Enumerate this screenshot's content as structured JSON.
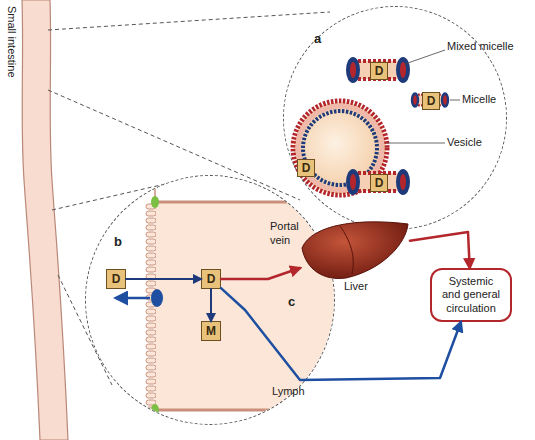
{
  "diagram": {
    "nodes": [
      {
        "text": [
          "a"
        ]
      },
      {
        "text": [
          "D"
        ],
        "in": 0
      },
      {
        "text": [
          "D"
        ],
        "in": 0
      },
      {
        "text": [
          "D"
        ],
        "in": 0
      },
      {
        "text": [
          "D"
        ],
        "in": 0
      },
      {
        "text": [
          "b"
        ]
      },
      {
        "text": [
          "D"
        ],
        "in": 5
      },
      {
        "text": [
          "D"
        ],
        "in": 5
      },
      {
        "text": [
          "M"
        ],
        "in": 5
      },
      {
        "text": [
          "Liver"
        ]
      },
      {
        "text": [
          "Systemic and general circulation"
        ]
      }
    ],
    "edges": [
      {
        "from": 6,
        "to": 7,
        "arrow": "to"
      },
      {
        "from": 7,
        "to": 8,
        "arrow": "to"
      },
      {
        "from": 7,
        "to": 9,
        "arrow": "to",
        "label": "Portal vein"
      },
      {
        "from": 9,
        "to": 10,
        "arrow": "to"
      },
      {
        "from": 7,
        "to": 10,
        "arrow": "to",
        "label": "Lymph"
      }
    ],
    "labels": [
      "Small intestine",
      "Mixed micelle",
      "Micelle",
      "Vesicle",
      "c"
    ]
  }
}
